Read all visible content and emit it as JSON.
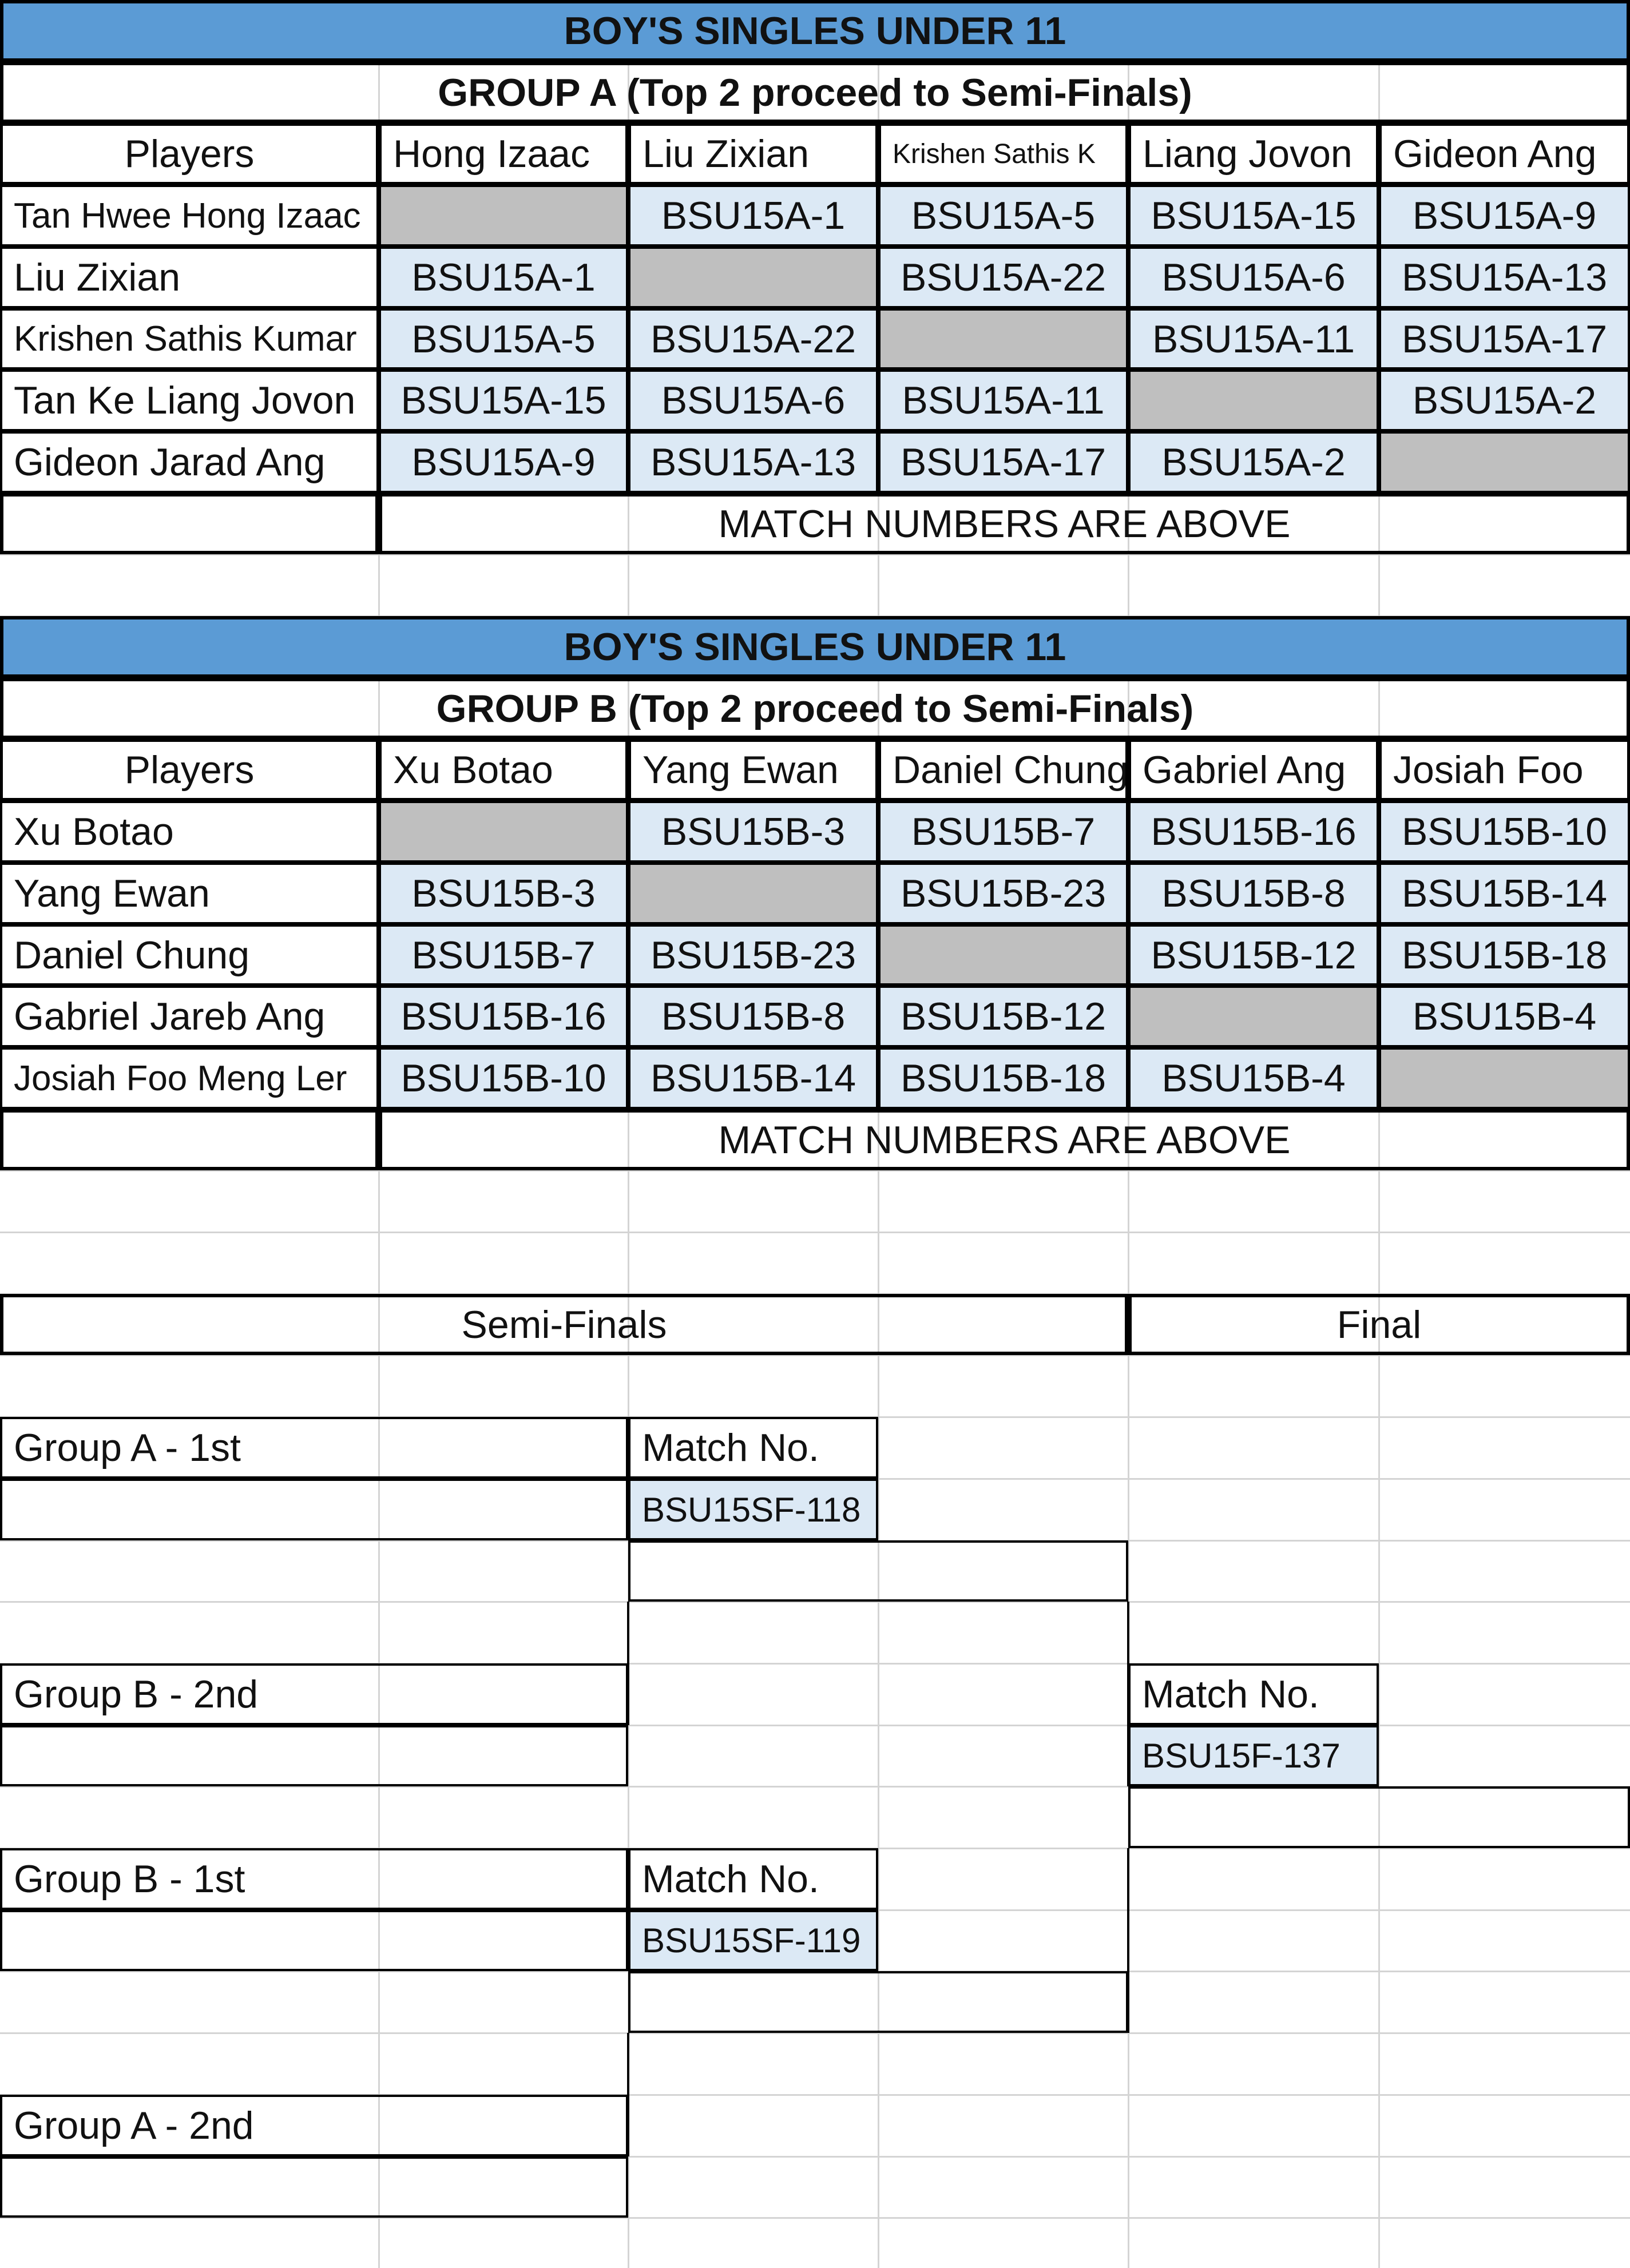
{
  "group_a": {
    "title": "BOY'S SINGLES UNDER 11",
    "subtitle": "GROUP A (Top 2 proceed to Semi-Finals)",
    "players_header": "Players",
    "columns": [
      "Hong Izaac",
      "Liu Zixian",
      "Krishen Sathis K",
      "Liang Jovon",
      "Gideon Ang"
    ],
    "rows": [
      {
        "name": "Tan Hwee Hong Izaac",
        "cells": [
          "",
          "BSU15A-1",
          "BSU15A-5",
          "BSU15A-15",
          "BSU15A-9"
        ]
      },
      {
        "name": "Liu Zixian",
        "cells": [
          "BSU15A-1",
          "",
          "BSU15A-22",
          "BSU15A-6",
          "BSU15A-13"
        ]
      },
      {
        "name": "Krishen Sathis Kumar",
        "cells": [
          "BSU15A-5",
          "BSU15A-22",
          "",
          "BSU15A-11",
          "BSU15A-17"
        ]
      },
      {
        "name": "Tan Ke Liang Jovon",
        "cells": [
          "BSU15A-15",
          "BSU15A-6",
          "BSU15A-11",
          "",
          "BSU15A-2"
        ]
      },
      {
        "name": "Gideon Jarad Ang",
        "cells": [
          "BSU15A-9",
          "BSU15A-13",
          "BSU15A-17",
          "BSU15A-2",
          ""
        ]
      }
    ],
    "footer": "MATCH NUMBERS ARE ABOVE"
  },
  "group_b": {
    "title": "BOY'S SINGLES UNDER 11",
    "subtitle": "GROUP B (Top 2 proceed to Semi-Finals)",
    "players_header": "Players",
    "columns": [
      "Xu Botao",
      "Yang Ewan",
      "Daniel Chung",
      "Gabriel Ang",
      "Josiah Foo"
    ],
    "rows": [
      {
        "name": "Xu Botao",
        "cells": [
          "",
          "BSU15B-3",
          "BSU15B-7",
          "BSU15B-16",
          "BSU15B-10"
        ]
      },
      {
        "name": "Yang Ewan",
        "cells": [
          "BSU15B-3",
          "",
          "BSU15B-23",
          "BSU15B-8",
          "BSU15B-14"
        ]
      },
      {
        "name": "Daniel Chung",
        "cells": [
          "BSU15B-7",
          "BSU15B-23",
          "",
          "BSU15B-12",
          "BSU15B-18"
        ]
      },
      {
        "name": "Gabriel Jareb Ang",
        "cells": [
          "BSU15B-16",
          "BSU15B-8",
          "BSU15B-12",
          "",
          "BSU15B-4"
        ]
      },
      {
        "name": "Josiah Foo Meng Ler",
        "cells": [
          "BSU15B-10",
          "BSU15B-14",
          "BSU15B-18",
          "BSU15B-4",
          ""
        ]
      }
    ],
    "footer": "MATCH NUMBERS ARE ABOVE"
  },
  "bracket": {
    "semi_finals_label": "Semi-Finals",
    "final_label": "Final",
    "sf1_top": "Group A - 1st",
    "sf1_bottom": "Group B - 2nd",
    "sf2_top": "Group B - 1st",
    "sf2_bottom": "Group A - 2nd",
    "match_no_label": "Match No.",
    "sf1_match": "BSU15SF-118",
    "sf2_match": "BSU15SF-119",
    "final_match": "BSU15F-137"
  },
  "colors": {
    "header_blue": "#5b9bd5",
    "match_cell_blue": "#dce9f5",
    "diagonal_grey": "#bfbfbf",
    "gridline": "#d4d4d4"
  }
}
